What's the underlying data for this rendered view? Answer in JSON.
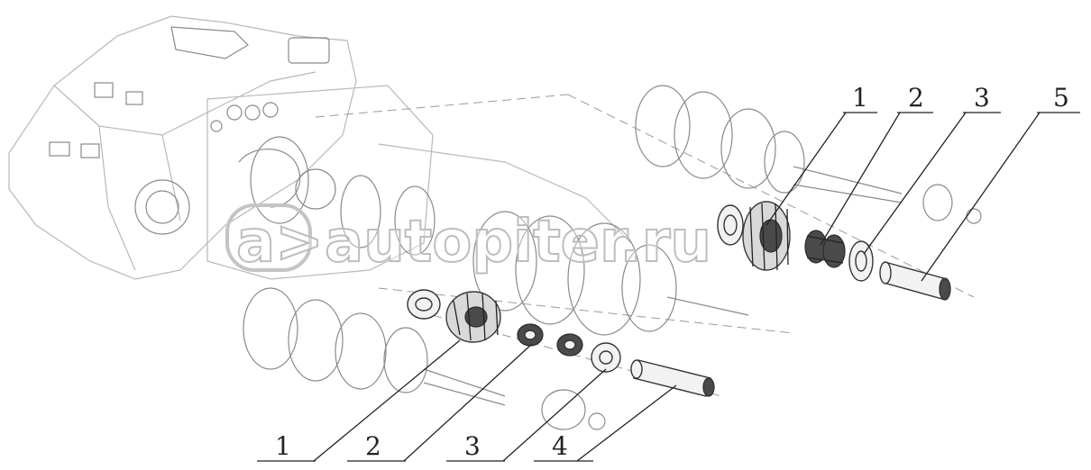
{
  "watermark": {
    "text": "autopiter.ru",
    "logo_glyph": "a>"
  },
  "callouts": [
    {
      "id": "top-1",
      "label": "1"
    },
    {
      "id": "top-2",
      "label": "2"
    },
    {
      "id": "top-3",
      "label": "3"
    },
    {
      "id": "top-5",
      "label": "5"
    },
    {
      "id": "bottom-1",
      "label": "1"
    },
    {
      "id": "bottom-2",
      "label": "2"
    },
    {
      "id": "bottom-3",
      "label": "3"
    },
    {
      "id": "bottom-4",
      "label": "4"
    }
  ],
  "colors": {
    "background": "#ffffff",
    "ink": "#222222",
    "sketch": "#b8b8b8"
  }
}
